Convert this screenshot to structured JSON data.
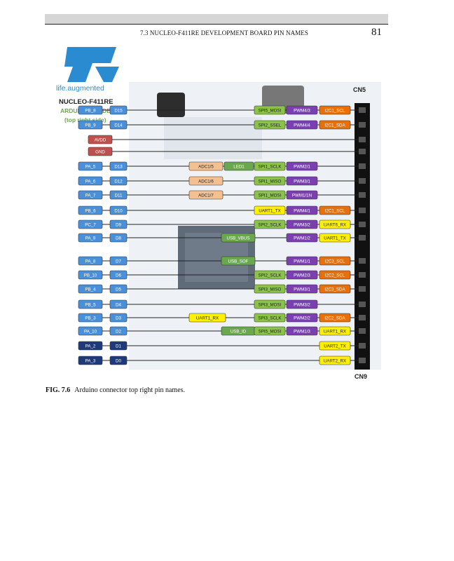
{
  "header": {
    "running_title": "7.3  NUCLEO-F411RE DEVELOPMENT BOARD PIN NAMES",
    "page_number": "81"
  },
  "logo": {
    "tagline": "life.augmented"
  },
  "board": {
    "name": "NUCLEO-F411RE",
    "header_line1": "ARDUINO HEADER",
    "header_line2": "(top right side)"
  },
  "connectors": {
    "top": "CN5",
    "bottom": "CN9"
  },
  "colors": {
    "pin_blue": "#4a90d9",
    "pin_dark_blue": "#1f3a7a",
    "power_red": "#c0504d",
    "adc_peach": "#f4c090",
    "led_green": "#6aa84f",
    "spi_green": "#8bc34a",
    "pwm_purple": "#7b3fb0",
    "i2c_orange": "#e8700a",
    "uart_yellow": "#ffef00"
  },
  "rows": [
    {
      "pin": "PB_8",
      "arduino": "D15",
      "spi": "SPI5_MOSI",
      "pwm": "PWM4/3",
      "comm": "I2C1_SCL"
    },
    {
      "pin": "PB_9",
      "arduino": "D14",
      "spi": "SPI2_SSEL",
      "pwm": "PWM4/4",
      "comm": "I2C1_SDA"
    },
    {
      "power": "AVDD"
    },
    {
      "power": "GND"
    },
    {
      "pin": "PA_5",
      "arduino": "D13",
      "adc": "ADC1/5",
      "led": "LED1",
      "spi": "SPI1_SCLK",
      "pwm": "PWM2/1"
    },
    {
      "pin": "PA_6",
      "arduino": "D12",
      "adc": "ADC1/6",
      "spi": "SPI1_MISO",
      "pwm": "PWM3/1"
    },
    {
      "pin": "PA_7",
      "arduino": "D11",
      "adc": "ADC1/7",
      "spi": "SPI1_MOSI",
      "pwm": "PWM1/1N"
    },
    {
      "pin": "PB_6",
      "arduino": "D10",
      "uart_mid": "UART1_TX",
      "pwm": "PWM4/1",
      "comm": "I2C1_SCL"
    },
    {
      "pin": "PC_7",
      "arduino": "D9",
      "spi": "SPI2_SCLK",
      "pwm": "PWM3/2",
      "uart_right": "UART6_RX"
    },
    {
      "pin": "PA_9",
      "arduino": "D8",
      "usb": "USB_VBUS",
      "pwm": "PWM1/2",
      "uart_right": "UART1_TX"
    },
    {
      "pin": "PA_8",
      "arduino": "D7",
      "usb": "USB_SOF",
      "pwm": "PWM1/1",
      "comm": "I2C3_SCL"
    },
    {
      "pin": "PB_10",
      "arduino": "D6",
      "spi": "SPI2_SCLK",
      "pwm": "PWM2/3",
      "comm": "I2C2_SCL"
    },
    {
      "pin": "PB_4",
      "arduino": "D5",
      "spi": "SPI3_MISO",
      "pwm": "PWM3/1",
      "comm": "I2C3_SDA"
    },
    {
      "pin": "PB_5",
      "arduino": "D4",
      "spi": "SPI3_MOSI",
      "pwm": "PWM3/2"
    },
    {
      "pin": "PB_3",
      "arduino": "D3",
      "uart_left": "UART1_RX",
      "spi": "SPI3_SCLK",
      "pwm": "PWM2/2",
      "comm": "I2C2_SDA"
    },
    {
      "pin": "PA_10",
      "arduino": "D2",
      "usb": "USB_ID",
      "spi": "SPI5_MOSI",
      "pwm": "PWM1/3",
      "uart_right": "UART1_RX"
    },
    {
      "pin_dark": "PA_2",
      "arduino_dark": "D1",
      "uart_right": "UART2_TX"
    },
    {
      "pin_dark": "PA_3",
      "arduino_dark": "D0",
      "uart_right": "UART2_RX"
    }
  ],
  "caption": {
    "label": "FIG. 7.6",
    "text": "Arduino connector top right pin names."
  }
}
